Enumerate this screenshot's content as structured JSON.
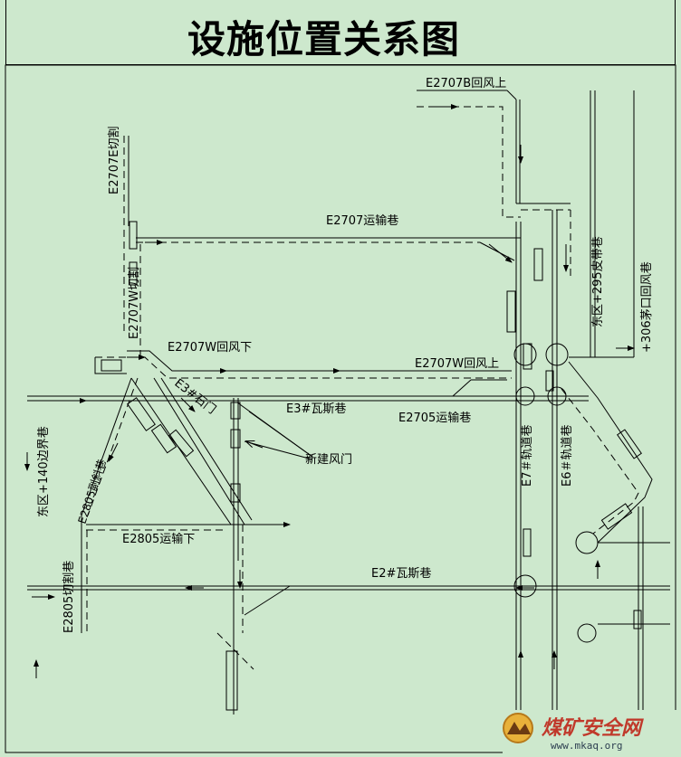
{
  "title": "设施位置关系图",
  "labels": {
    "e2707b_return_up": "E2707B回风上",
    "e2707e_cut": "E2707E切割",
    "e2707_transport": "E2707运输巷",
    "e2707w_cut": "E2707W切割",
    "e2707w_return_down": "E2707W回风下",
    "e2707w_return_up": "E2707W回风上",
    "e3_gas": "E3#瓦斯巷",
    "e3_stone_gate": "E3#石门",
    "e2705_transport": "E2705运输巷",
    "new_air_door": "新建风门",
    "east_140_boundary": "东区+140边界巷",
    "e2805_incline": "E2805副斜巷",
    "e2805_transport_down": "E2805运输下",
    "e2805_cut": "E2805切割巷",
    "e2_gas": "E2#瓦斯巷",
    "e7_rail": "E7＃轨道巷",
    "e6_rail": "E6＃轨道巷",
    "east_295_belt": "东区+295皮带巷",
    "c306_return": "+306茅口回风巷"
  },
  "watermark": {
    "brand": "煤矿安全网",
    "url": "www.mkaq.org"
  },
  "colors": {
    "background": "#cde8cd",
    "line": "#000000"
  }
}
